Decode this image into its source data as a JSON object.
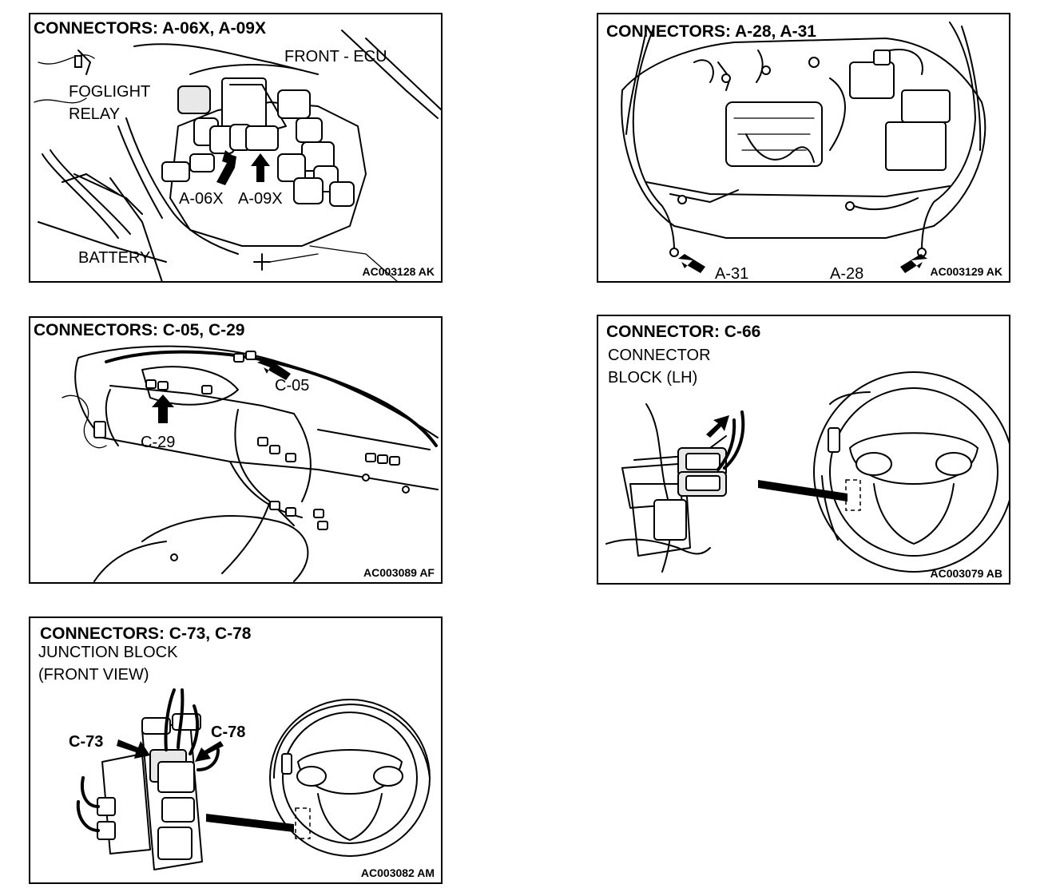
{
  "panels": {
    "a06x": {
      "title": "CONNECTORS: A-06X, A-09X",
      "labels": {
        "front_ecu": "FRONT - ECU",
        "foglight": "FOGLIGHT",
        "relay": "RELAY",
        "a06x": "A-06X",
        "a09x": "A-09X",
        "battery": "BATTERY"
      },
      "code": "AC003128 AK"
    },
    "a28": {
      "title": "CONNECTORS: A-28, A-31",
      "labels": {
        "a31": "A-31",
        "a28": "A-28"
      },
      "code": "AC003129 AK"
    },
    "c05": {
      "title": "CONNECTORS: C-05, C-29",
      "labels": {
        "c05": "C-05",
        "c29": "C-29"
      },
      "code": "AC003089 AF"
    },
    "c66": {
      "title": "CONNECTOR: C-66",
      "labels": {
        "line1": "CONNECTOR",
        "line2": "BLOCK (LH)"
      },
      "code": "AC003079 AB"
    },
    "c73": {
      "title": "CONNECTORS: C-73, C-78",
      "labels": {
        "line1": "JUNCTION BLOCK",
        "line2": "(FRONT VIEW)",
        "c73": "C-73",
        "c78": "C-78"
      },
      "code": "AC003082 AM"
    }
  }
}
